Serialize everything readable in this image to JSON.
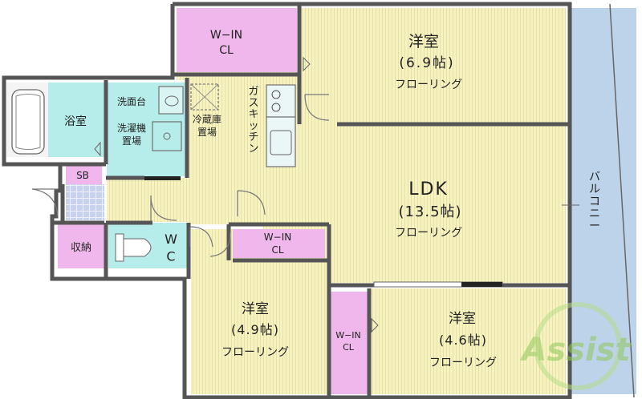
{
  "rooms": {
    "wic_top": "W−IN\nCL",
    "bedroom_top": {
      "name": "洋室",
      "size": "(6.9帖)",
      "floor": "フローリング"
    },
    "bath": "浴室",
    "washbasin": "洗面台",
    "washer": "洗濯機\n置場",
    "fridge": "冷蔵庫\n置場",
    "gas_kitchen": "ガスキッチン",
    "ldk": {
      "name": "LDK",
      "size": "(13.5帖)",
      "floor": "フローリング"
    },
    "balcony": "バルコニー",
    "sb": "SB",
    "storage": "収納",
    "wc": "W\nC",
    "wic_mid": "W−IN\nCL",
    "bedroom_left": {
      "name": "洋室",
      "size": "(4.9帖)",
      "floor": "フローリング"
    },
    "wic_bottom": "W−IN\nCL",
    "bedroom_right": {
      "name": "洋室",
      "size": "(4.6帖)",
      "floor": "フローリング"
    }
  },
  "logo": "Assist",
  "colors": {
    "wood": "#f7f3c0",
    "closet": "#f0b7ec",
    "wet": "#b6ece9",
    "balcony": "#bcd3ea",
    "wall": "#555555"
  }
}
